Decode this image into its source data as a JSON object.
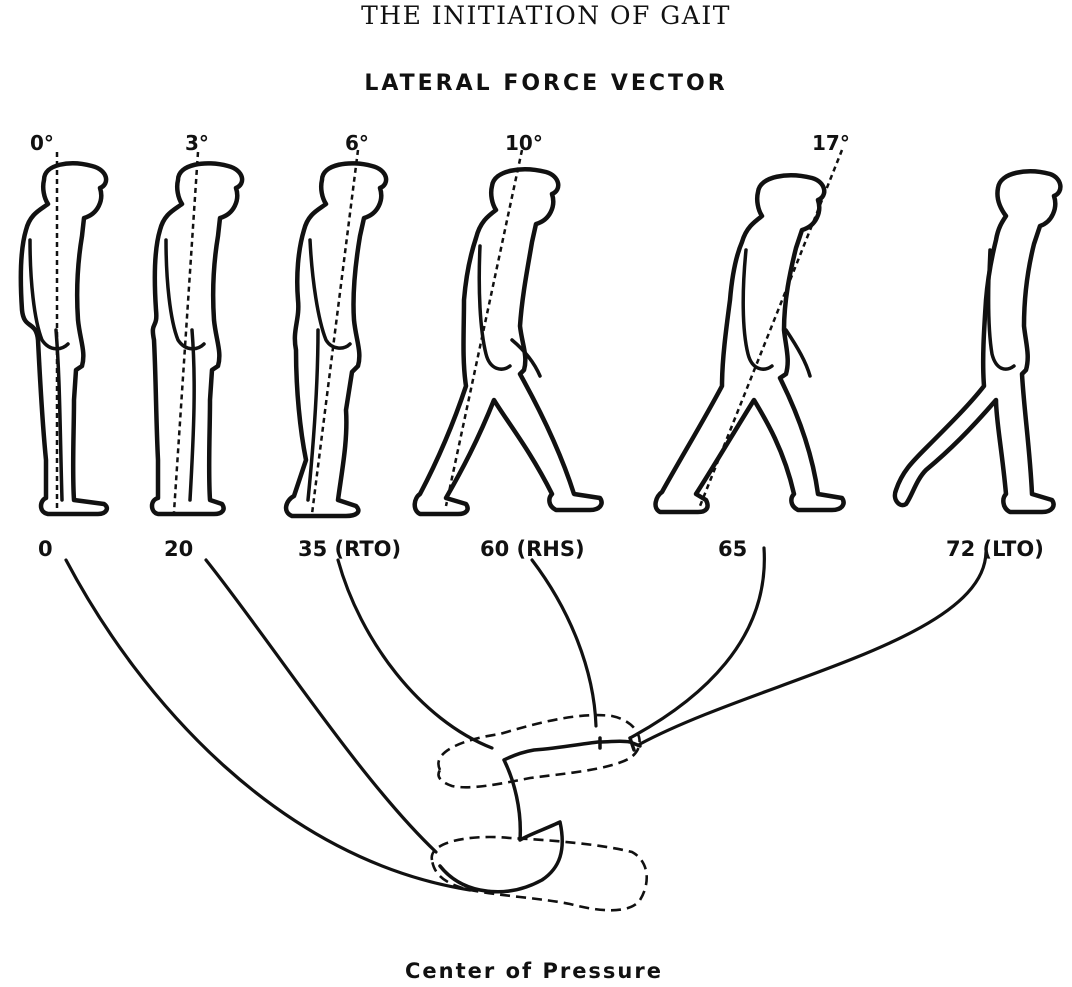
{
  "title": "THE INITIATION OF GAIT",
  "subtitle": "LATERAL FORCE VECTOR",
  "caption": "Center of Pressure",
  "stages": [
    {
      "angle": "0°",
      "frame": "0"
    },
    {
      "angle": "3°",
      "frame": "20"
    },
    {
      "angle": "6°",
      "frame": "35 (RTO)"
    },
    {
      "angle": "10°",
      "frame": "60 (RHS)"
    },
    {
      "angle": "17°",
      "frame": "65"
    },
    {
      "angle": "",
      "frame": "72 (LTO)"
    }
  ]
}
